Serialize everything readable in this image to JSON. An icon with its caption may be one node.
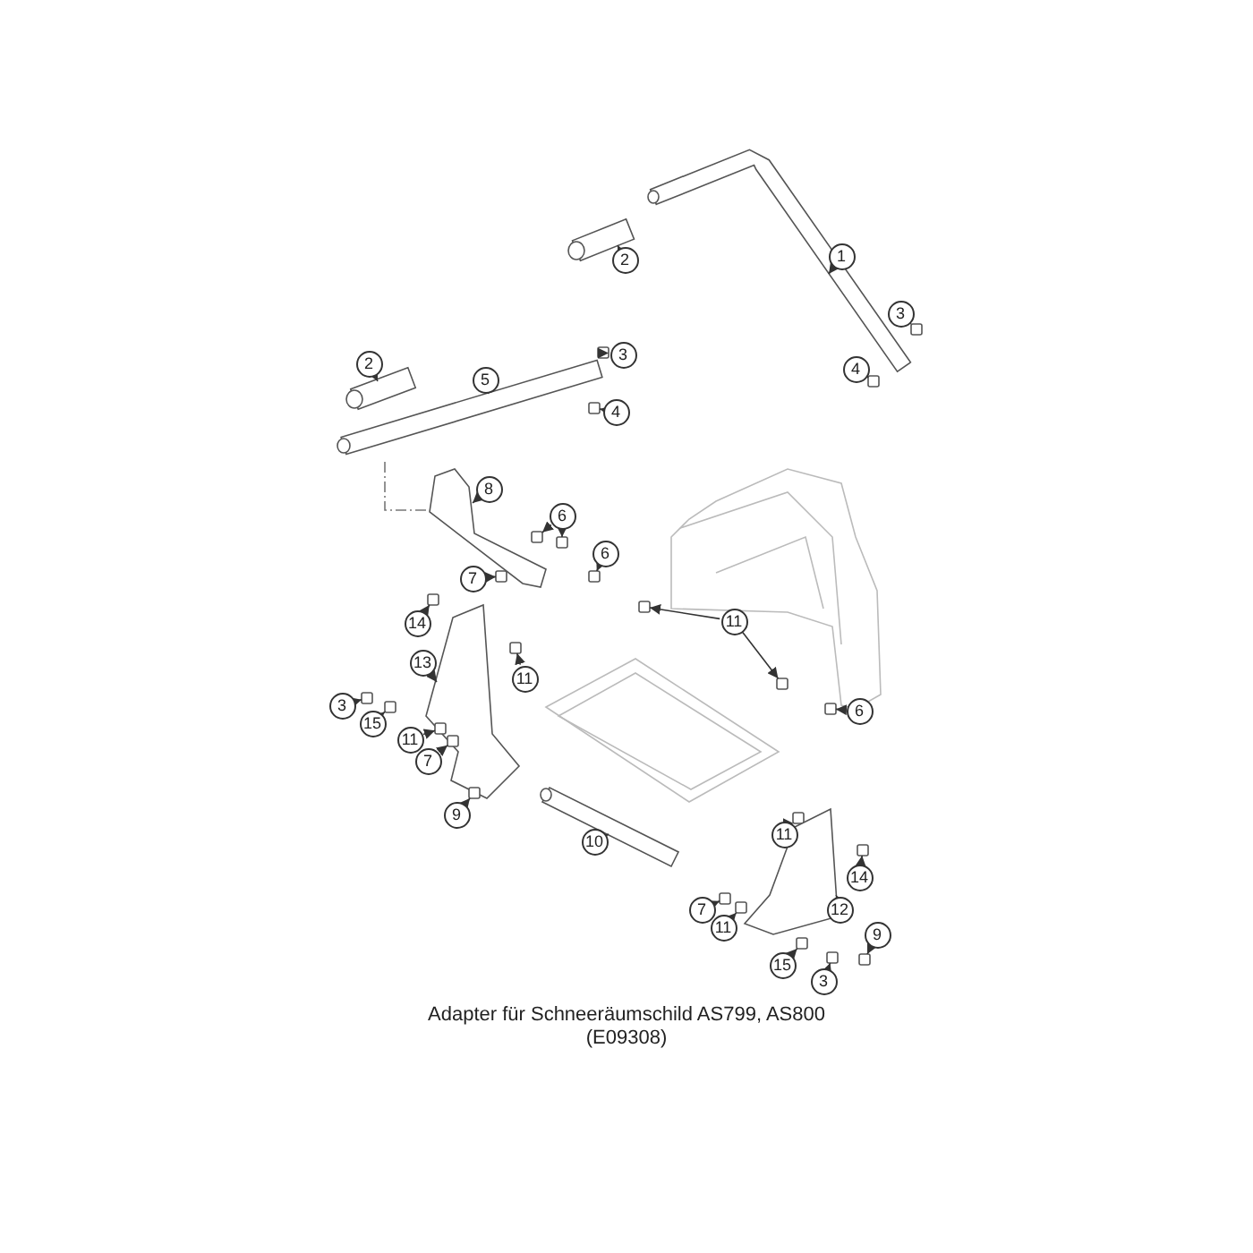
{
  "diagram": {
    "caption": "Adapter für Schneeräumschild AS799, AS800 (E09308)",
    "nodes": [
      {
        "text": [
          "1"
        ]
      },
      {
        "text": [
          "2"
        ]
      },
      {
        "text": [
          "3"
        ]
      },
      {
        "text": [
          "2"
        ]
      },
      {
        "text": [
          "3"
        ]
      },
      {
        "text": [
          "5"
        ]
      },
      {
        "text": [
          "4"
        ]
      },
      {
        "text": [
          "4"
        ]
      },
      {
        "text": [
          "8"
        ]
      },
      {
        "text": [
          "6"
        ]
      },
      {
        "text": [
          "6"
        ]
      },
      {
        "text": [
          "7"
        ]
      },
      {
        "text": [
          "14"
        ]
      },
      {
        "text": [
          "11"
        ]
      },
      {
        "text": [
          "13"
        ]
      },
      {
        "text": [
          "11"
        ]
      },
      {
        "text": [
          "3"
        ]
      },
      {
        "text": [
          "15"
        ]
      },
      {
        "text": [
          "6"
        ]
      },
      {
        "text": [
          "11"
        ]
      },
      {
        "text": [
          "7"
        ]
      },
      {
        "text": [
          "9"
        ]
      },
      {
        "text": [
          "10"
        ]
      },
      {
        "text": [
          "11"
        ]
      },
      {
        "text": [
          "14"
        ]
      },
      {
        "text": [
          "7"
        ]
      },
      {
        "text": [
          "12"
        ]
      },
      {
        "text": [
          "9"
        ]
      },
      {
        "text": [
          "11"
        ]
      },
      {
        "text": [
          "15"
        ]
      },
      {
        "text": [
          "3"
        ]
      },
      {
        "text": [],
        "shape": "picture"
      },
      {
        "text": [],
        "shape": "picture"
      },
      {
        "text": [],
        "shape": "box"
      },
      {
        "text": [],
        "shape": "picture"
      },
      {
        "text": [],
        "shape": "box"
      },
      {
        "text": [],
        "shape": "picture"
      },
      {
        "text": [],
        "shape": "box"
      },
      {
        "text": [],
        "shape": "box"
      },
      {
        "text": [],
        "shape": "picture"
      },
      {
        "text": [],
        "shape": "box"
      },
      {
        "text": [],
        "shape": "box"
      },
      {
        "text": [],
        "shape": "box"
      },
      {
        "text": [],
        "shape": "box"
      },
      {
        "text": [],
        "shape": "box"
      },
      {
        "text": [],
        "shape": "box"
      },
      {
        "text": [],
        "shape": "box"
      },
      {
        "text": [],
        "shape": "picture"
      },
      {
        "text": [],
        "shape": "box"
      },
      {
        "text": [],
        "shape": "box"
      },
      {
        "text": [],
        "shape": "box"
      },
      {
        "text": [],
        "shape": "box"
      },
      {
        "text": [],
        "shape": "box",
        "in": 47
      },
      {
        "text": [],
        "shape": "box",
        "in": 47
      },
      {
        "text": [],
        "shape": "box"
      },
      {
        "text": [],
        "shape": "picture"
      },
      {
        "text": [],
        "shape": "box"
      },
      {
        "text": [],
        "shape": "box"
      },
      {
        "text": [],
        "shape": "picture"
      },
      {
        "text": [],
        "shape": "box"
      },
      {
        "text": [],
        "shape": "box"
      },
      {
        "text": [],
        "shape": "box"
      },
      {
        "text": [],
        "shape": "box"
      },
      {
        "text": [],
        "shape": "box"
      }
    ],
    "edges": [
      {
        "from": 0,
        "to": 31,
        "arrow": "to"
      },
      {
        "from": 1,
        "to": 32,
        "arrow": "to"
      },
      {
        "from": 2,
        "to": 33,
        "arrow": "to"
      },
      {
        "from": 3,
        "to": 34,
        "arrow": "to"
      },
      {
        "from": 4,
        "to": 35,
        "arrow": "to"
      },
      {
        "from": 5,
        "to": 36,
        "arrow": "to"
      },
      {
        "from": 6,
        "to": 37,
        "arrow": "to"
      },
      {
        "from": 7,
        "to": 38,
        "arrow": "to"
      },
      {
        "from": 8,
        "to": 39,
        "arrow": "to"
      },
      {
        "from": 9,
        "to": 40,
        "arrow": "to"
      },
      {
        "from": 9,
        "to": 41,
        "arrow": "to"
      },
      {
        "from": 10,
        "to": 42,
        "arrow": "to"
      },
      {
        "from": 11,
        "to": 43,
        "arrow": "to"
      },
      {
        "from": 12,
        "to": 44,
        "arrow": "to"
      },
      {
        "from": 13,
        "to": 45,
        "arrow": "to"
      },
      {
        "from": 13,
        "to": 48,
        "arrow": "to"
      },
      {
        "from": 14,
        "to": 47,
        "arrow": "to"
      },
      {
        "from": 15,
        "to": 46,
        "arrow": "to"
      },
      {
        "from": 16,
        "to": 49,
        "arrow": "to"
      },
      {
        "from": 17,
        "to": 50,
        "arrow": "to"
      },
      {
        "from": 18,
        "to": 51,
        "arrow": "to"
      },
      {
        "from": 19,
        "to": 52,
        "arrow": "to"
      },
      {
        "from": 20,
        "to": 53,
        "arrow": "to"
      },
      {
        "from": 21,
        "to": 54,
        "arrow": "to"
      },
      {
        "from": 22,
        "to": 55,
        "arrow": "to"
      },
      {
        "from": 23,
        "to": 56,
        "arrow": "to"
      },
      {
        "from": 24,
        "to": 57,
        "arrow": "to"
      },
      {
        "from": 25,
        "to": 59,
        "arrow": "to"
      },
      {
        "from": 26,
        "to": 58,
        "arrow": "to"
      },
      {
        "from": 27,
        "to": 63,
        "arrow": "to"
      },
      {
        "from": 28,
        "to": 60,
        "arrow": "to"
      },
      {
        "from": 29,
        "to": 61,
        "arrow": "to"
      },
      {
        "from": 30,
        "to": 62,
        "arrow": "to"
      }
    ]
  }
}
